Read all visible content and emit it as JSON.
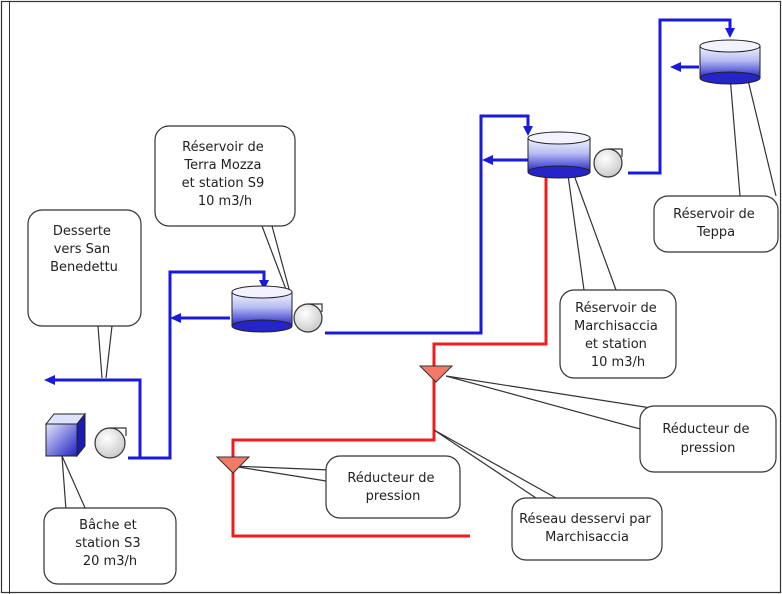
{
  "colors": {
    "supply_pipe": "#1a1adc",
    "distribution_pipe": "#ee1c1c",
    "tank_light": "#e9ecff",
    "tank_dark": "#2626cc",
    "reducer_fill": "#f47a68",
    "frame": "#333333"
  },
  "callouts": {
    "terra_mozza": [
      "Réservoir de",
      "Terra Mozza",
      "et station S9",
      "10 m3/h"
    ],
    "san_benedettu": [
      "Desserte",
      "vers San",
      "Benedettu"
    ],
    "teppa": [
      "Réservoir de",
      "Teppa"
    ],
    "marchisaccia": [
      "Réservoir de",
      "Marchisaccia",
      "et station",
      "10 m3/h"
    ],
    "reducer_right": [
      "Réducteur de",
      "pression"
    ],
    "reducer_left": [
      "Réducteur de",
      "pression"
    ],
    "reseau": [
      "Réseau desservi par",
      "Marchisaccia"
    ],
    "bache": [
      "Bâche et",
      "station S3",
      "20 m3/h"
    ]
  },
  "icons": {
    "reservoir": "cylinder-tank-icon",
    "bache": "cube-tank-icon",
    "pump": "pump-icon",
    "reducer": "pressure-reducer-icon"
  }
}
